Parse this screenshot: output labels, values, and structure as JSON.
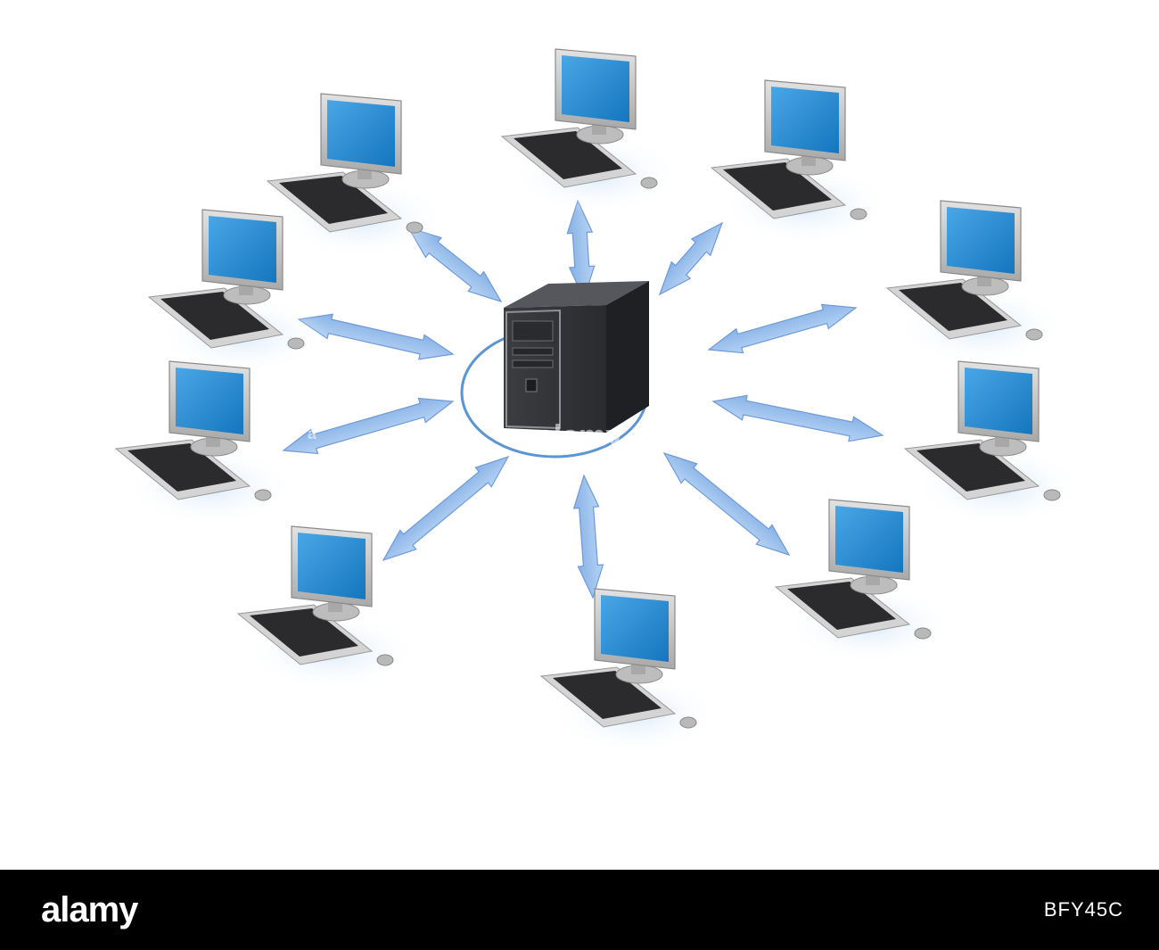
{
  "watermark": {
    "center_text": "alamy",
    "mark_text": "a"
  },
  "footer": {
    "logo_text": "alamy",
    "image_id": "BFY45C"
  },
  "colors": {
    "screen_blue": "#1f86cf",
    "arrow_blue": "#9cc1ec",
    "server_dark": "#2f3033",
    "monitor_silver": "#c9c9c9",
    "footer_bg": "#000000"
  },
  "icons": {
    "hub": "server-tower-icon",
    "node": "desktop-computer-icon",
    "link": "double-arrow-icon"
  }
}
